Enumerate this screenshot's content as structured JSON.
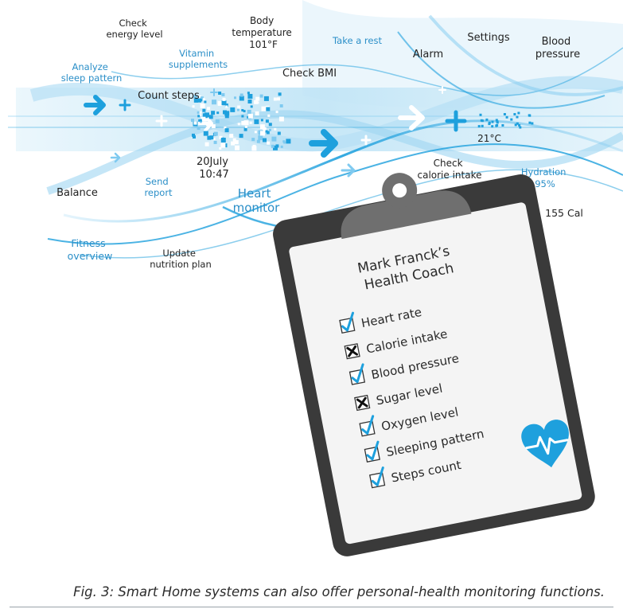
{
  "labels": {
    "check_energy": [
      "Check",
      "energy level"
    ],
    "body_temp": [
      "Body",
      "temperature",
      "101°F"
    ],
    "take_rest": "Take a rest",
    "settings": "Settings",
    "blood_pressure": [
      "Blood",
      "pressure"
    ],
    "vitamin": [
      "Vitamin",
      "supplements"
    ],
    "alarm": "Alarm",
    "analyze_sleep": [
      "Analyze",
      "sleep pattern"
    ],
    "check_bmi": "Check BMI",
    "count_steps": "Count steps",
    "temperature": "21°C",
    "datetime": [
      "20July",
      "10:47"
    ],
    "check_calorie": [
      "Check",
      "calorie intake"
    ],
    "hydration": [
      "Hydration",
      "95%"
    ],
    "send_report": [
      "Send",
      "report"
    ],
    "balance": "Balance",
    "heart_monitor": [
      "Heart",
      "monitor"
    ],
    "calories": "155 Cal",
    "fitness": [
      "Fitness",
      "overview"
    ],
    "nutrition": [
      "Update",
      "nutrition plan"
    ]
  },
  "clipboard": {
    "title": [
      "Mark Franck’s",
      "Health Coach"
    ],
    "items": [
      {
        "label": "Heart rate",
        "state": "check"
      },
      {
        "label": "Calorie intake",
        "state": "cross"
      },
      {
        "label": "Blood pressure",
        "state": "check"
      },
      {
        "label": "Sugar level",
        "state": "cross"
      },
      {
        "label": "Oxygen level",
        "state": "check"
      },
      {
        "label": "Sleeping pattern",
        "state": "check"
      },
      {
        "label": "Steps count",
        "state": "check"
      }
    ]
  },
  "colors": {
    "accent_blue": "#1ea0dd",
    "label_blue": "#2b8fc8",
    "dark": "#222222",
    "wave_light": "#cfeaf8",
    "clipboard": "#3a3a3a",
    "clip": "#6f6f6f"
  },
  "icons": {
    "checkmark": "check-icon",
    "cross": "cross-icon",
    "heart": "heart-pulse-icon",
    "arrow": "arrow-right-icon",
    "plus": "plus-icon"
  },
  "caption": "Fig. 3: Smart Home systems can also offer personal-health monitoring functions."
}
